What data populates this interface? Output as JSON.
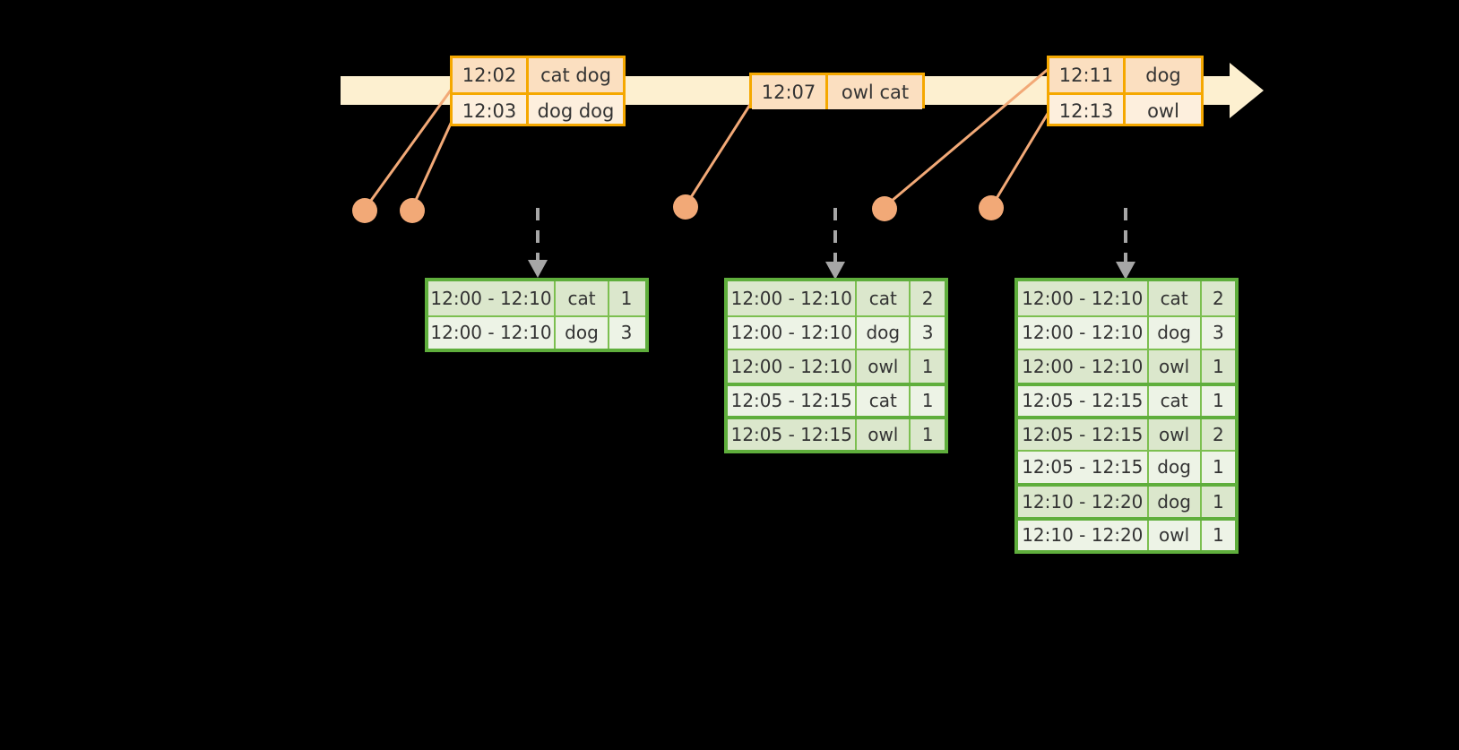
{
  "timeline": {
    "bar_color": "#FDF0D0",
    "accent_color": "#F5A800",
    "event_groups": [
      {
        "name": "group-1",
        "rows": [
          {
            "time": "12:02",
            "value": "cat dog"
          },
          {
            "time": "12:03",
            "value": "dog dog"
          }
        ]
      },
      {
        "name": "group-2",
        "rows": [
          {
            "time": "12:07",
            "value": "owl cat"
          }
        ]
      },
      {
        "name": "group-3",
        "rows": [
          {
            "time": "12:11",
            "value": "dog"
          },
          {
            "time": "12:13",
            "value": "owl"
          }
        ]
      }
    ]
  },
  "tables": [
    {
      "name": "result-table-1",
      "border_color": "#5FAE3C",
      "rows": [
        {
          "window": "12:00 - 12:10",
          "key": "cat",
          "count": "1"
        },
        {
          "window": "12:00 - 12:10",
          "key": "dog",
          "count": "3"
        }
      ]
    },
    {
      "name": "result-table-2",
      "border_color": "#5FAE3C",
      "rows": [
        {
          "window": "12:00 - 12:10",
          "key": "cat",
          "count": "2"
        },
        {
          "window": "12:00 - 12:10",
          "key": "dog",
          "count": "3"
        },
        {
          "window": "12:00 - 12:10",
          "key": "owl",
          "count": "1"
        },
        {
          "window": "12:05 - 12:15",
          "key": "cat",
          "count": "1"
        },
        {
          "window": "12:05 - 12:15",
          "key": "owl",
          "count": "1"
        }
      ]
    },
    {
      "name": "result-table-3",
      "border_color": "#5FAE3C",
      "rows": [
        {
          "window": "12:00 - 12:10",
          "key": "cat",
          "count": "2"
        },
        {
          "window": "12:00 - 12:10",
          "key": "dog",
          "count": "3"
        },
        {
          "window": "12:00 - 12:10",
          "key": "owl",
          "count": "1"
        },
        {
          "window": "12:05 - 12:15",
          "key": "cat",
          "count": "1"
        },
        {
          "window": "12:05 - 12:15",
          "key": "owl",
          "count": "2"
        },
        {
          "window": "12:05 - 12:15",
          "key": "dog",
          "count": "1"
        },
        {
          "window": "12:10 - 12:20",
          "key": "dog",
          "count": "1"
        },
        {
          "window": "12:10 - 12:20",
          "key": "owl",
          "count": "1"
        }
      ]
    }
  ],
  "markers": {
    "dot_color": "#F2A977",
    "line_color": "#F2A977",
    "arrow_color": "#A6A6A6"
  }
}
